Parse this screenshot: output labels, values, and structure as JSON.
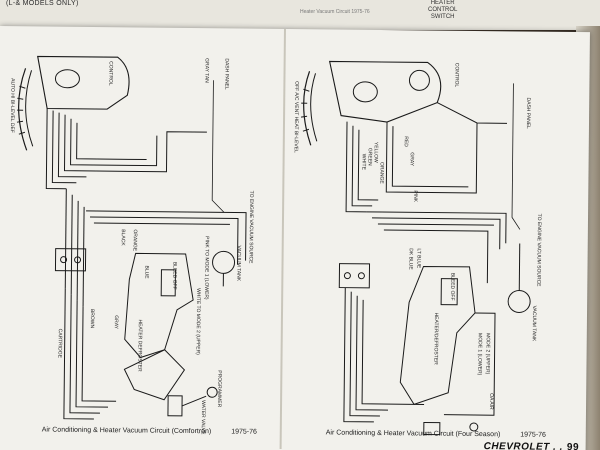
{
  "previous_page": {
    "top_left_text": "(L-& MODELS ONLY)",
    "top_middle_text": "Heater Vacuum Circuit     1975-76",
    "top_right_text_line1": "HEATER",
    "top_right_text_line2": "CONTROL",
    "top_right_text_line3": "SWITCH"
  },
  "left_diagram": {
    "labels": {
      "control": "CONTROL",
      "gray_tan": "GRAY TAN",
      "dash_panel": "DASH PANEL",
      "to_engine_vacuum_source": "TO ENGINE VACUUM SOURCE",
      "vacuum_tank": "VACUUM TANK",
      "pink_to_mode_1_lower": "PINK TO MODE 1 (LOWER)",
      "white_to_mode_2_upper": "WHITE TO MODE 2 (UPPER)",
      "blue": "BLUE",
      "black": "BLACK",
      "gray": "GRAY",
      "orange": "ORANGE",
      "brown": "BROWN",
      "bleed_off": "BLEED OFF",
      "heater_defroster": "HEATER DEFROSTER",
      "programmer": "PROGRAMMER",
      "water_valve": "WATER VALVE",
      "cartridge": "CARTRIDGE",
      "mode_dial": "AUTO  HI  BI-LEVEL  DEF"
    },
    "caption": "Air Conditioning & Heater Vacuum Circuit (Comfortron)",
    "caption_year": "1975-76"
  },
  "right_diagram": {
    "labels": {
      "control": "CONTROL",
      "dash_panel": "DASH PANEL",
      "to_engine_vacuum_source": "TO ENGINE VACUUM SOURCE",
      "vacuum_tank": "VACUUM TANK",
      "red": "RED",
      "gray": "GRAY",
      "pink": "PINK",
      "lt_blue": "LT BLUE",
      "dk_blue": "DK BLUE",
      "orange": "ORANGE",
      "yellow": "YELLOW",
      "green": "GREEN",
      "white": "WHITE",
      "bleed_off": "BLEED OFF",
      "heater_defroster": "HEATER/DEFROSTER",
      "mode_1": "MODE 1 (LOWER)",
      "mode_2": "MODE 2 (UPPER)",
      "outside_air": "OA AIR",
      "mode_dial": "OFF  A/C  VENT  HEAT  BI-LEVEL"
    },
    "caption": "Air Conditioning & Heater Vacuum Circuit (Four Season)",
    "caption_year": "1975-76"
  },
  "footer": {
    "brand": "CHEVROLET . .",
    "page_number": "99"
  }
}
